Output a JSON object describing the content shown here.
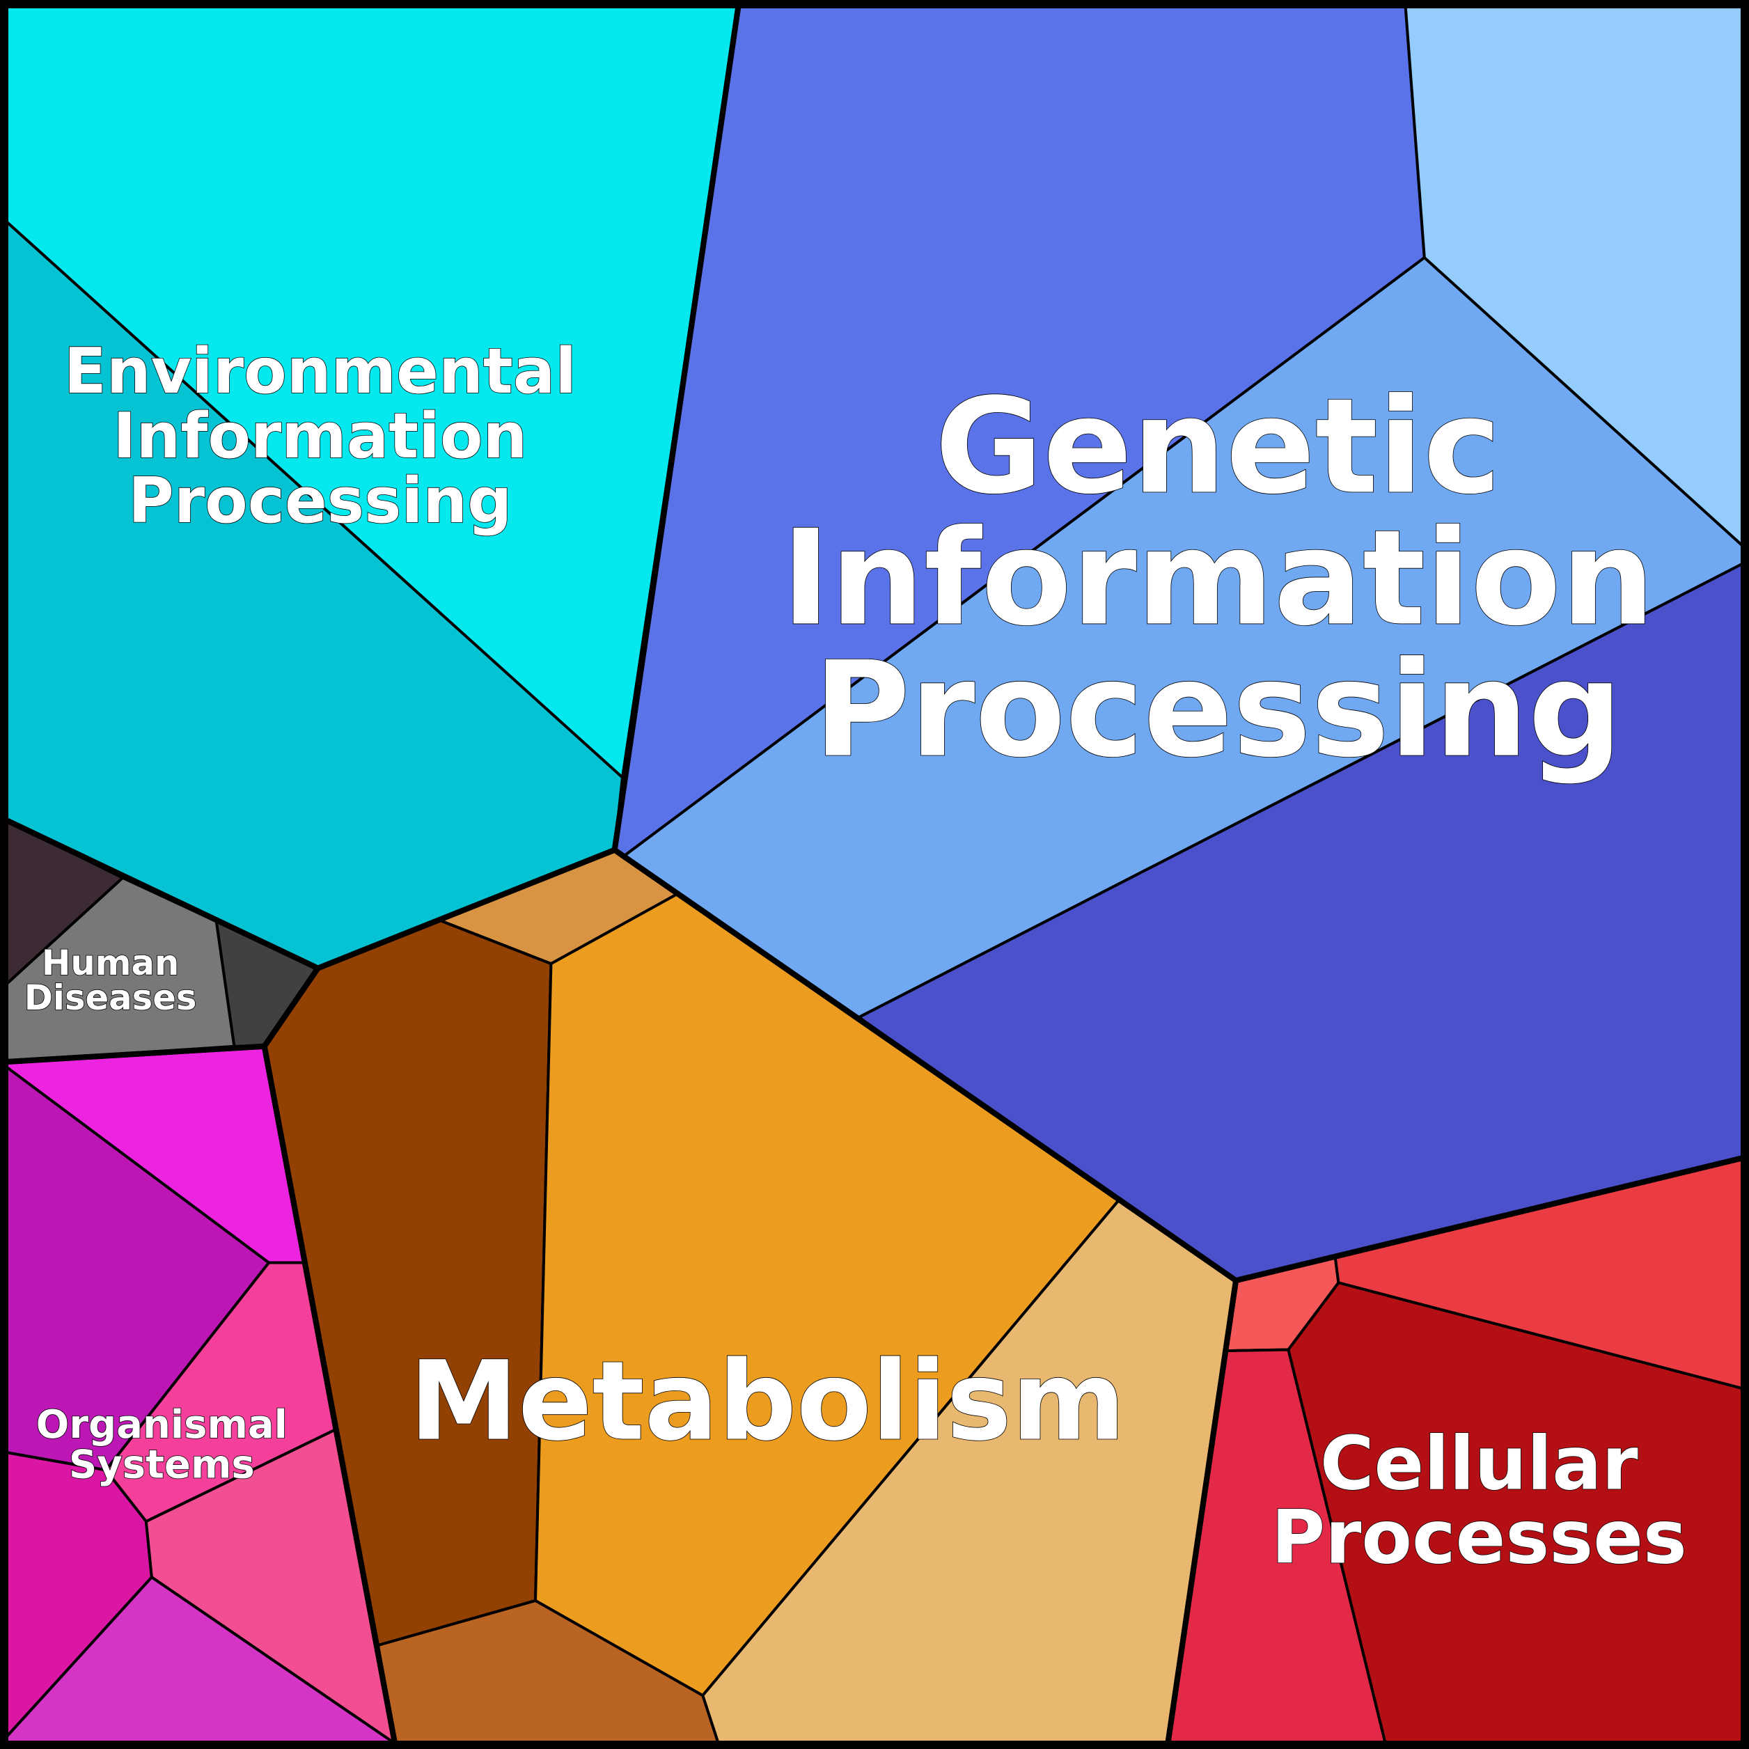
{
  "title": "Voronoi treemap of KEGG pathway categories",
  "categories": [
    {
      "id": "env",
      "label_lines": [
        "Environmental",
        "Information",
        "Processing"
      ],
      "cells": [
        "#05E8EE",
        "#06C3D4"
      ]
    },
    {
      "id": "genetic",
      "label_lines": [
        "Genetic",
        "Information",
        "Processing"
      ],
      "cells": [
        "#5A73E8",
        "#94CCFC",
        "#70A8F2",
        "#4A51CA"
      ]
    },
    {
      "id": "metabolism",
      "label_lines": [
        "Metabolism"
      ],
      "cells": [
        "#D99443",
        "#934003",
        "#EC9C1F",
        "#E8B870",
        "#BA6424"
      ]
    },
    {
      "id": "human",
      "label_lines": [
        "Human",
        "Diseases"
      ],
      "cells": [
        "#3C2A35",
        "#787878",
        "#424040"
      ]
    },
    {
      "id": "organismal",
      "label_lines": [
        "Organismal",
        "Systems"
      ],
      "cells": [
        "#EC24DF",
        "#BC17B4",
        "#F43F9B",
        "#DB16A5",
        "#F24F92",
        "#D535C5"
      ]
    },
    {
      "id": "cellular",
      "label_lines": [
        "Cellular",
        "Processes"
      ],
      "cells": [
        "#F55858",
        "#EB3C44",
        "#B50F16",
        "#E42848"
      ]
    }
  ]
}
